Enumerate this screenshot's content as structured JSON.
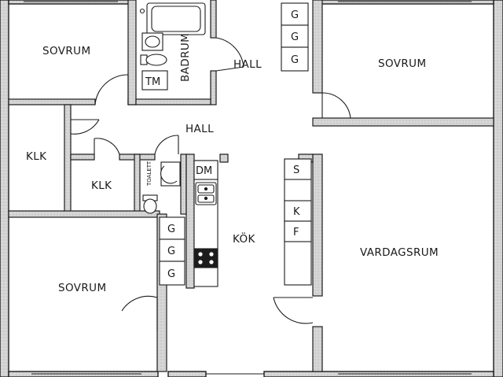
{
  "rooms": {
    "sovrum_top_left": "SOVRUM",
    "sovrum_top_right": "SOVRUM",
    "sovrum_bottom_left": "SOVRUM",
    "badrum": "BADRUM",
    "hall_top": "HALL",
    "hall_middle": "HALL",
    "klk_left": "KLK",
    "klk_middle": "KLK",
    "kok": "KÖK",
    "vardagsrum": "VARDAGSRUM"
  },
  "fixtures": {
    "tm": "TM",
    "toalett": "TOALETT",
    "dm": "DM",
    "s": "S",
    "k": "K",
    "f": "F",
    "g": "G"
  },
  "colors": {
    "wall": "#1c1c1c",
    "wall_fill": "#d9d9d9",
    "line": "#2a2a2a"
  }
}
